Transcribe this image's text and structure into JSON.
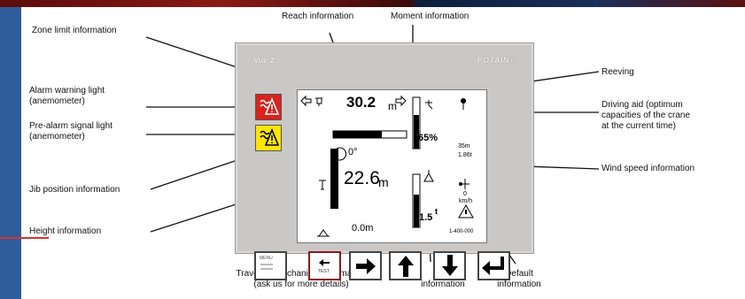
{
  "colors": {
    "alarm_red": "#d9231d",
    "prealarm_yellow": "#ffe500",
    "blue_bar": "#2f5d9c",
    "panel_grey": "#c9c8c6"
  },
  "labels": {
    "zone_limit": "Zone limit information",
    "reach": "Reach information",
    "moment": "Moment information",
    "alarm": "Alarm warning light\n(anemometer)",
    "prealarm": "Pre-alarm signal light\n(anemometer)",
    "jib_position": "Jib position information",
    "height": "Height information",
    "reeving": "Reeving",
    "driving_aid": "Driving aid (optimum\ncapacities of the crane\nat the current time)",
    "wind_speed": "Wind speed information",
    "traveling": "Traveling mechanism information\n(ask us for more details)",
    "load": "Load\ninformation",
    "default": "Default\ninformation"
  },
  "panel": {
    "title": "Vue 2",
    "brand": "POTAIN®",
    "reach_value": "30.2",
    "reach_unit": "m",
    "angle": "0°",
    "jib_value": "22.6",
    "jib_unit": "m",
    "height_value": "0.0m",
    "moment_percent": "65%",
    "load_value": "1.5",
    "load_unit": "t",
    "capacity_reach": "35m",
    "capacity_load": "1.86t",
    "wind_value": "0",
    "wind_unit": "km/h",
    "fault_code": "1-400-000",
    "fkey_menu": "MENU",
    "fkey_test": "TEST"
  }
}
